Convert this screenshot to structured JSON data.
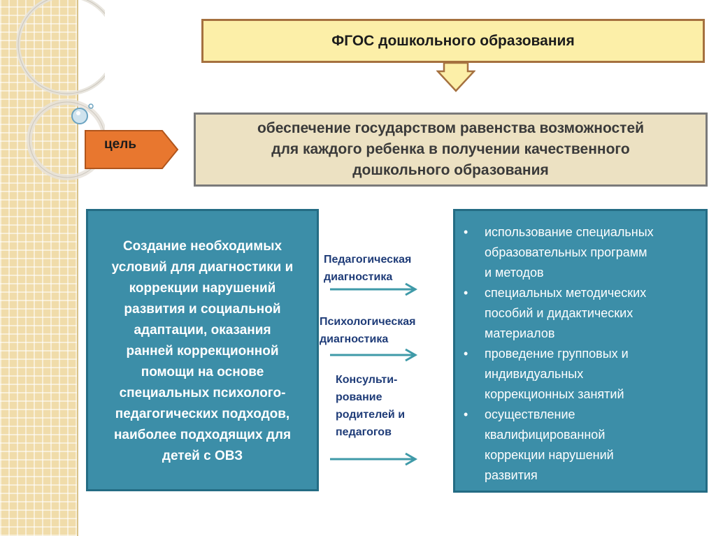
{
  "title": "ФГОС  дошкольного образования",
  "goal": {
    "tag": "цель",
    "text": "обеспечение государством равенства возможностей\nдля каждого ребенка в получении качественного\nдошкольного образования"
  },
  "conditions": {
    "text": "Создание необходимых\nусловий для диагностики и\nкоррекции нарушений\nразвития и социальной\nадаптации, оказания\nранней коррекционной\nпомощи на основе\nспециальных психолого-\nпедагогических подходов,\nнаиболее подходящих для\nдетей  с ОВЗ"
  },
  "links": [
    {
      "label": "Педагогическая\nдиагностика"
    },
    {
      "label": "Психологическая\nдиагностика"
    },
    {
      "label": "Консульти-\nрование\nродителей и\nпедагогов"
    }
  ],
  "measures": [
    "использование специальных\nобразовательных программ\nи методов",
    "специальных методических\nпособий и дидактических\nматериалов",
    " проведение групповых и\nиндивидуальных\nкоррекционных занятий",
    " осуществление\nквалифицированной\nкоррекции нарушений\nразвития"
  ],
  "colors": {
    "title_fill": "#fcefa8",
    "goal_fill": "#ece1c2",
    "tag_fill": "#e8772f",
    "panel_fill": "#3c8ea8",
    "arrow": "#3f9aa8"
  }
}
